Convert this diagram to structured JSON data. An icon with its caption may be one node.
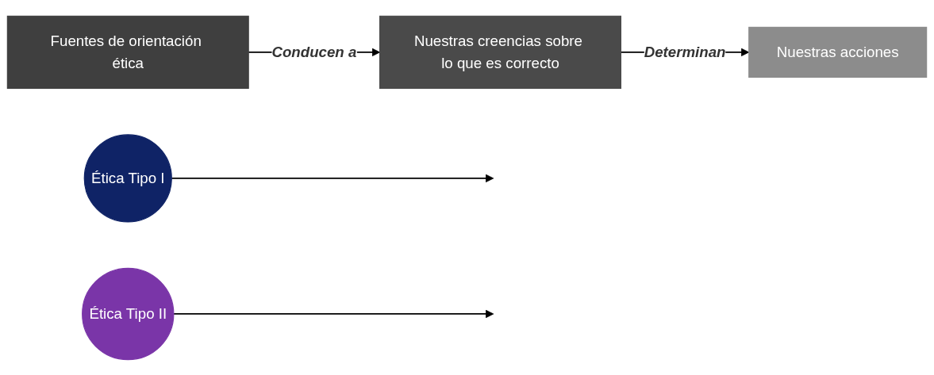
{
  "diagram": {
    "nodes": [
      {
        "text": [
          "Fuentes de orientación ética"
        ]
      },
      {
        "text": [
          "Nuestras creencias sobre lo que es correcto"
        ]
      },
      {
        "text": [
          "Nuestras acciones"
        ]
      },
      {
        "text": [
          "Ética Tipo I"
        ]
      },
      {
        "text": [
          "Ética Tipo II"
        ]
      }
    ],
    "edges": [
      {
        "from": 0,
        "to": 1,
        "arrow": "to",
        "label": "Conducen a"
      },
      {
        "from": 1,
        "to": 2,
        "arrow": "to",
        "label": "Determinan"
      },
      {
        "from": 3,
        "to": null,
        "arrow": "to"
      },
      {
        "from": 4,
        "to": null,
        "arrow": "to"
      }
    ]
  }
}
